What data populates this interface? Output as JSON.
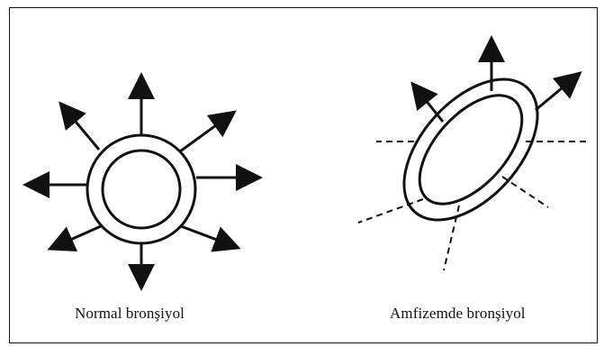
{
  "figure": {
    "left_panel": {
      "caption": "Normal bronşiyol",
      "arrow_directions": [
        "up",
        "up-right",
        "right",
        "down-right",
        "down",
        "down-left",
        "left",
        "up-left"
      ]
    },
    "right_panel": {
      "caption": "Amfizemde bronşiyol",
      "solid_arrows": [
        "up",
        "up-left",
        "up-right"
      ],
      "dashed_rays": [
        "left",
        "right",
        "down-left",
        "down",
        "down-right"
      ]
    },
    "colors": {
      "line": "#111111",
      "background": "#ffffff"
    }
  }
}
